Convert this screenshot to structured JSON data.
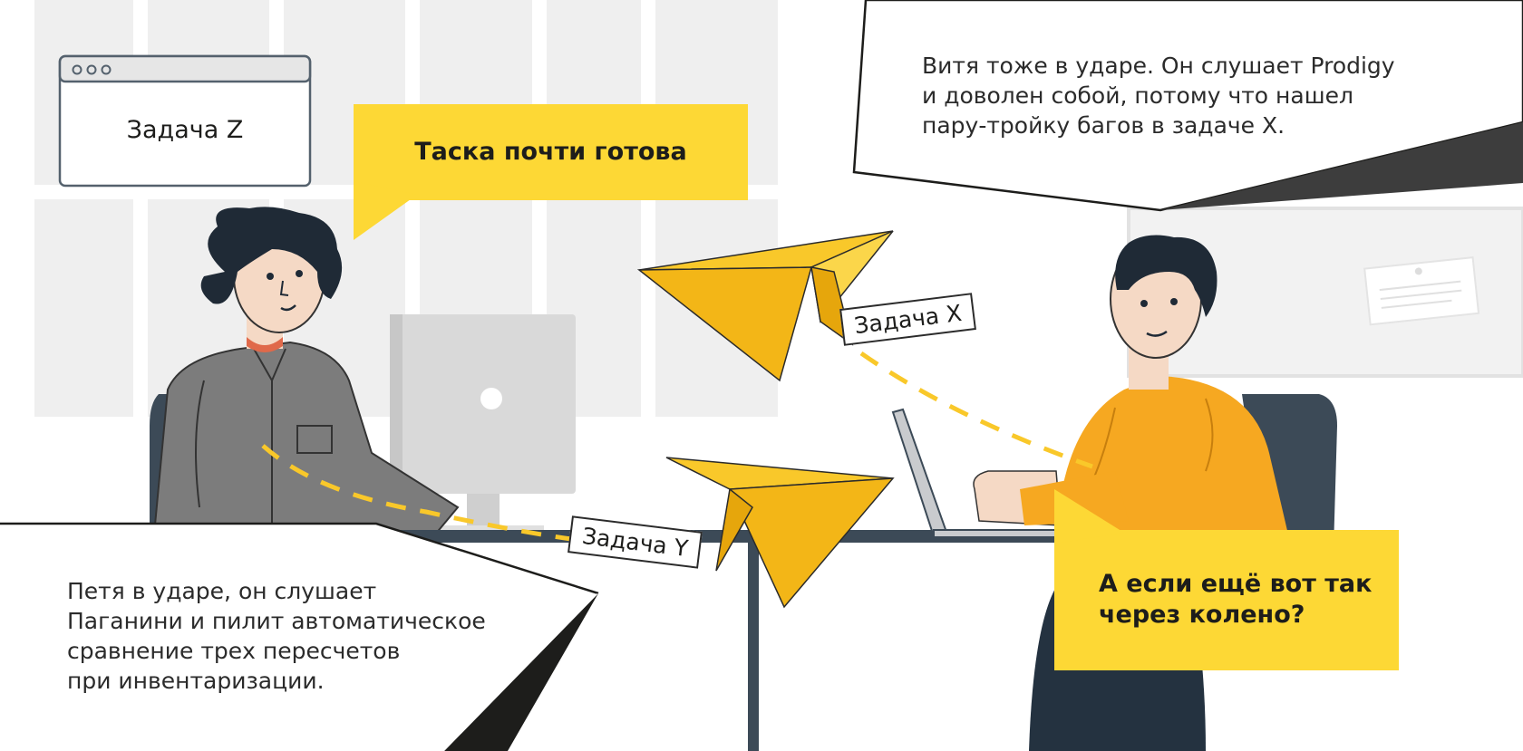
{
  "window_card": {
    "title": "Задача Z"
  },
  "bubble_left": {
    "text": "Таска почти готова"
  },
  "bubble_right": {
    "line1": "А если ещё вот так",
    "line2": "через колено?"
  },
  "narration_top": {
    "line1": "Витя тоже в ударе. Он слушает Prodigy",
    "line2": "и доволен собой, потому что нашел",
    "line3": "пару-тройку багов в задаче X."
  },
  "narration_bottom": {
    "line1": "Петя в ударе, он слушает",
    "line2": "Паганини и пилит автоматическое",
    "line3": "сравнение трех пересчетов",
    "line4": "при инвентаризации."
  },
  "tags": {
    "task_x": "Задача X",
    "task_y": "Задача Y"
  },
  "colors": {
    "yellow": "#fdd835",
    "plane_yellow": "#f9c82a",
    "shirt_grey": "#7c7c7c",
    "sweater_orange": "#f6a821",
    "dark": "#2b2b2b",
    "desk": "#3c4a57",
    "wall_grey": "#eeeeee"
  }
}
